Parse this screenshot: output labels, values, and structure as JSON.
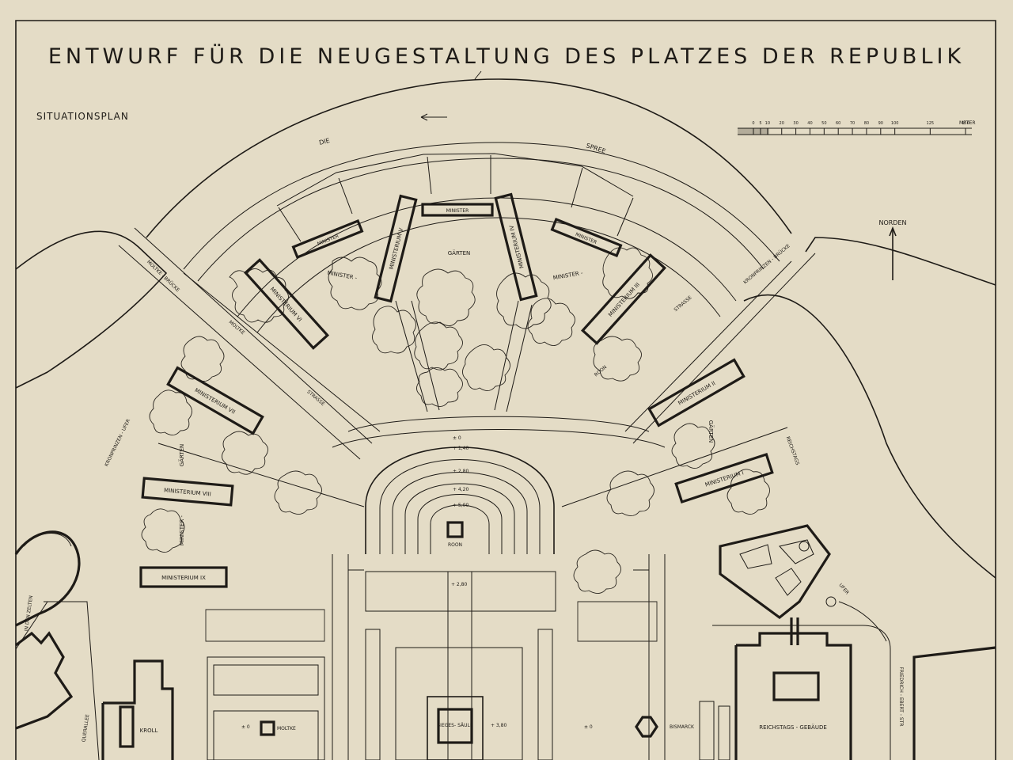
{
  "title": "ENTWURF FÜR DIE NEUGESTALTUNG DES PLATZES DER REPUBLIK",
  "subtitle": "SITUATIONSPLAN",
  "scale_bar": {
    "ticks": [
      "0",
      "5",
      "10",
      "20",
      "30",
      "40",
      "50",
      "60",
      "70",
      "80",
      "90",
      "100",
      "125",
      "150"
    ],
    "unit": "METER"
  },
  "north": "NORDEN",
  "river": {
    "word1": "DIE",
    "word2": "SPREE"
  },
  "streets": {
    "moltke_bruecke": "MOLTKE - BRÜCKE",
    "kronprinzen_bruecke": "KRONPRINZEN - BRÜCKE",
    "moltke_strasse": "MOLTKE",
    "strasse_w": "STRASSE",
    "roon": "ROON",
    "strasse_e": "STRASSE",
    "kronprinzen_ufer": "KRONPRINZEN - UFER",
    "reichstags_ufer": "REICHSTAGS",
    "ufer": "UFER",
    "in_den_zelten": "IN DEN ZELTEN",
    "queralle": "QUERALLEE",
    "friedrich_ebert": "FRIEDRICH - EBERT - STR"
  },
  "gardens": {
    "minister_gaerten_n": "GÄRTEN",
    "minister_w": "MINISTER -",
    "minister_e": "MINISTER -",
    "gaerten_e": "GÄRTEN",
    "gaerten_w": "GÄRTEN",
    "minister_sw": "MINISTER -"
  },
  "ministries": {
    "m1": "MINISTERIUM I",
    "m2": "MINISTERIUM II",
    "m3": "MINISTERIUM III",
    "m4": "MINISTERIUM IV",
    "m5": "MINISTERIUM V",
    "m6": "MINISTERIUM VI",
    "m7": "MINISTERIUM VII",
    "m8": "MINISTERIUM VIII",
    "m9": "MINISTERIUM IX",
    "min_top": "MINISTER",
    "min_l": "MINISTER",
    "min_r": "MINISTER"
  },
  "monuments": {
    "roon": "ROON",
    "moltke": "MOLTKE",
    "siegessaeule": "SIEGES- SÄULE",
    "bismarck": "BISMARCK"
  },
  "buildings": {
    "reichstag": "REICHSTAGS - GEBÄUDE",
    "kroll": "KROLL"
  },
  "heights": [
    "± 0",
    "+ 1,40",
    "+ 2,80",
    "+ 4,20",
    "+ 5,00",
    "+ 2,80",
    "+ 3,80",
    "± 0",
    "± 0"
  ],
  "colors": {
    "paper": "#e4dcc6",
    "ink": "#1e1b17",
    "border": "#2b2620"
  }
}
